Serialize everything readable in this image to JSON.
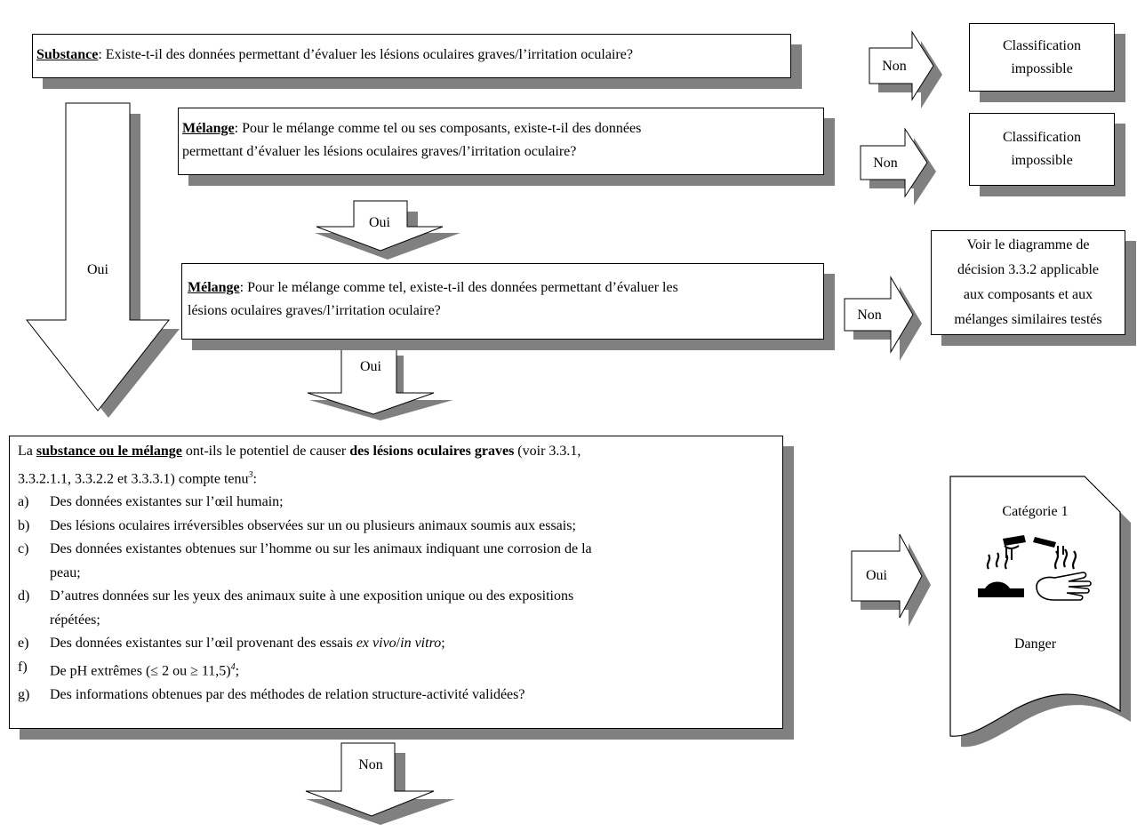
{
  "substance_box": {
    "label": "Substance",
    "text": ": Existe-t-il des données permettant d’évaluer les lésions oculaires graves/l’irritation oculaire?"
  },
  "mixture_box_1": {
    "label": "Mélange",
    "line1": ": Pour le mélange comme tel ou ses composants, existe-t-il des données",
    "line2": "permettant d’évaluer les lésions oculaires graves/l’irritation oculaire?"
  },
  "mixture_box_2": {
    "label": "Mélange",
    "line1": ": Pour le mélange comme tel, existe-t-il des données permettant d’évaluer les",
    "line2": "lésions oculaires graves/l’irritation oculaire?"
  },
  "result_boxes": {
    "no_classification_1": [
      "Classification",
      "impossible"
    ],
    "no_classification_2": [
      "Classification",
      "impossible"
    ],
    "see_diagram": [
      "Voir le diagramme de",
      "décision 3.3.2 applicable",
      "aux composants et aux",
      "mélanges similaires testés"
    ]
  },
  "arrows": {
    "non_1": "Non",
    "non_2": "Non",
    "non_3": "Non",
    "oui_big": "Oui",
    "oui_1": "Oui",
    "oui_2": "Oui",
    "oui_cat": "Oui",
    "non_bottom": "Non"
  },
  "main_box": {
    "intro_1": "La ",
    "intro_bold_underline": "substance ou le mélange",
    "intro_2": " ont-ils le potentiel de causer ",
    "intro_bold": "des lésions oculaires graves",
    "intro_3": " (voir 3.3.1,",
    "intro_line2": "3.3.2.1.1, 3.3.2.2 et 3.3.3.1) compte tenu",
    "intro_sup": "3",
    "intro_end": ":",
    "items": [
      {
        "marker": "a)",
        "text": "Des données existantes sur l’œil humain;"
      },
      {
        "marker": "b)",
        "text": "Des lésions oculaires irréversibles observées sur un ou plusieurs animaux soumis aux essais;"
      },
      {
        "marker": "c)",
        "text": "Des données existantes obtenues sur l’homme ou sur les animaux indiquant une corrosion de la",
        "text2": "peau;"
      },
      {
        "marker": "d)",
        "text": "D’autres données sur les yeux des animaux suite à une exposition unique ou des expositions",
        "text2": "répétées;"
      },
      {
        "marker": "e)",
        "text": "Des données existantes sur l’œil provenant des essais ",
        "it1": "ex vivo",
        "sep": "/",
        "it2": "in vitro",
        "end": ";"
      },
      {
        "marker": "f)",
        "text": "De pH extrêmes (≤ 2 ou ≥ 11,5)",
        "sup": "4",
        "end": ";"
      },
      {
        "marker": "g)",
        "text": "Des informations obtenues par des méthodes de relation structure-activité validées?"
      }
    ]
  },
  "category_box": {
    "title": "Catégorie 1",
    "signal": "Danger",
    "pictogram_icon": "corrosion-icon"
  }
}
